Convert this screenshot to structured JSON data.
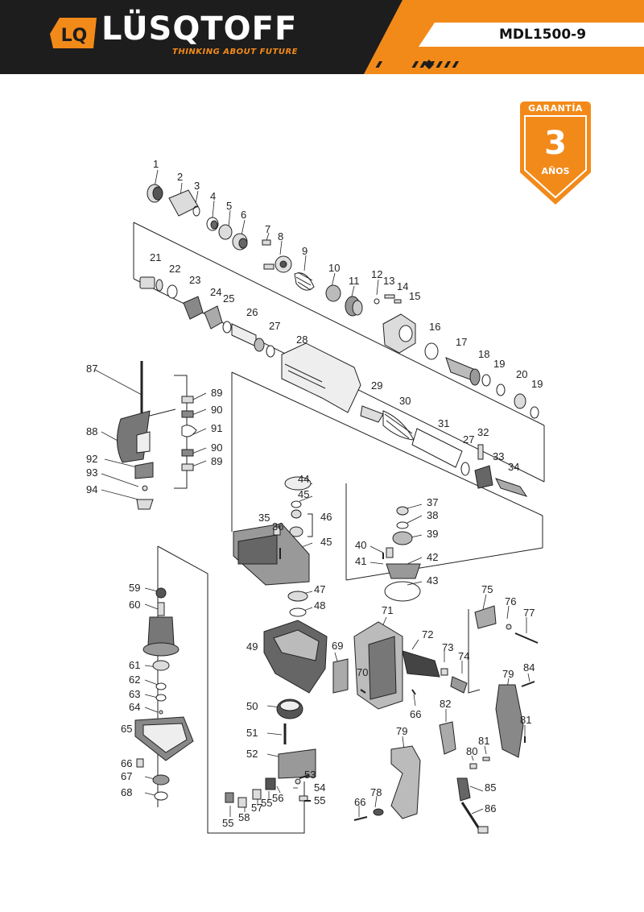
{
  "header": {
    "brand": "LÜSQTOFF",
    "logo_mark": "LQ",
    "tagline": "THINKING ABOUT FUTURE",
    "model": "MDL1500-9",
    "colors": {
      "orange": "#f28a1a",
      "dark": "#1d1d1d",
      "white": "#ffffff"
    }
  },
  "badge": {
    "title": "GARANTÍA",
    "number": "3",
    "unit": "AÑOS",
    "color": "#f28a1a"
  },
  "part_labels": {
    "p1": "1",
    "p2": "2",
    "p3": "3",
    "p4": "4",
    "p5": "5",
    "p6": "6",
    "p7": "7",
    "p8": "8",
    "p9": "9",
    "p10": "10",
    "p11": "11",
    "p12": "12",
    "p13": "13",
    "p14": "14",
    "p15": "15",
    "p16": "16",
    "p17": "17",
    "p18": "18",
    "p19": "19",
    "p20": "20",
    "p21": "21",
    "p22": "22",
    "p23": "23",
    "p24": "24",
    "p25": "25",
    "p26": "26",
    "p27": "27",
    "p28": "28",
    "p29": "29",
    "p30": "30",
    "p31": "31",
    "p32": "32",
    "p33": "33",
    "p34": "34",
    "p35": "35",
    "p36": "36",
    "p37": "37",
    "p38": "38",
    "p39": "39",
    "p40": "40",
    "p41": "41",
    "p42": "42",
    "p43": "43",
    "p44": "44",
    "p45": "45",
    "p46": "46",
    "p47": "47",
    "p48": "48",
    "p49": "49",
    "p50": "50",
    "p51": "51",
    "p52": "52",
    "p53": "53",
    "p54": "54",
    "p55": "55",
    "p56": "56",
    "p57": "57",
    "p58": "58",
    "p59": "59",
    "p60": "60",
    "p61": "61",
    "p62": "62",
    "p63": "63",
    "p64": "64",
    "p65": "65",
    "p66": "66",
    "p67": "67",
    "p68": "68",
    "p69": "69",
    "p70": "70",
    "p71": "71",
    "p72": "72",
    "p73": "73",
    "p74": "74",
    "p75": "75",
    "p76": "76",
    "p77": "77",
    "p78": "78",
    "p79": "79",
    "p80": "80",
    "p81": "81",
    "p82": "82",
    "p84": "84",
    "p85": "85",
    "p86": "86",
    "p87": "87",
    "p88": "88",
    "p89": "89",
    "p90": "90",
    "p91": "91",
    "p92": "92",
    "p93": "93",
    "p94": "94"
  }
}
